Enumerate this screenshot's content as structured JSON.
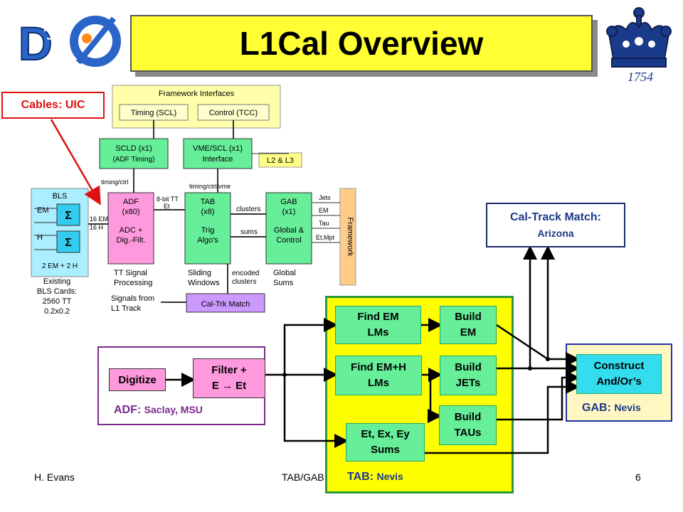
{
  "slide": {
    "title": "L1Cal Overview",
    "footer": {
      "author": "H. Evans",
      "center": "TAB/GAB",
      "page": "6"
    }
  },
  "callouts": {
    "cables": {
      "name": "Cables:",
      "org": "UIC"
    },
    "cal_track": {
      "title": "Cal-Track Match:",
      "org": "Arizona"
    }
  },
  "groups": {
    "adf": {
      "name": "ADF:",
      "org": "Saclay, MSU"
    },
    "tab": {
      "name": "TAB:",
      "org": "Nevis"
    },
    "gab": {
      "name": "GAB:",
      "org": "Nevis"
    }
  },
  "blocks": {
    "digitize": "Digitize",
    "filter": {
      "line1": "Filter +",
      "line2": "E → Et"
    },
    "find_em": {
      "line1": "Find EM",
      "line2": "LMs"
    },
    "find_emh": {
      "line1": "Find EM+H",
      "line2": "LMs"
    },
    "sums": {
      "line1": "Et, Ex, Ey",
      "line2": "Sums"
    },
    "build_em": {
      "line1": "Build",
      "line2": "EM"
    },
    "build_jets": {
      "line1": "Build",
      "line2": "JETs"
    },
    "build_taus": {
      "line1": "Build",
      "line2": "TAUs"
    },
    "construct": {
      "line1": "Construct",
      "line2": "And/Or’s"
    }
  },
  "overview_diagram": {
    "framework_interfaces": "Framework Interfaces",
    "timing": "Timing (SCL)",
    "control": "Control (TCC)",
    "scld": {
      "line1": "SCLD (x1)",
      "line2": "(ADF Timing)"
    },
    "vme": {
      "line1": "VME/SCL (x1)",
      "line2": "Interface"
    },
    "l2l3": "L2 & L3",
    "bls": "BLS",
    "em": "EM",
    "h": "H",
    "sigma": "Σ",
    "bls_bottom": "2 EM + 2 H",
    "adf": {
      "line1": "ADF",
      "line2": "(x80)",
      "line3": "ADC +",
      "line4": "Dig.-Filt."
    },
    "tab": {
      "line1": "TAB",
      "line2": "(x8)",
      "line3": "Trig",
      "line4": "Algo's"
    },
    "gab": {
      "line1": "GAB",
      "line2": "(x1)",
      "line3": "Global &",
      "line4": "Control"
    },
    "framework_vertical": "Framework",
    "timing_ctrl": "timing/ctrl",
    "timing_ctrl_vme": "timing/ctrl/vme",
    "eight_bit": {
      "line1": "8-bit TT",
      "line2": "Et"
    },
    "sixteen": {
      "line1": "16 EM",
      "line2": "16 H"
    },
    "clusters": "clusters",
    "sums": "sums",
    "encoded": {
      "line1": "encoded",
      "line2": "clusters"
    },
    "outputs": [
      "Jets",
      "EM",
      "Tau",
      "Et,Mpt"
    ],
    "tt_signal": {
      "line1": "TT Signal",
      "line2": "Processing"
    },
    "sliding": {
      "line1": "Sliding",
      "line2": "Windows"
    },
    "global_sums": {
      "line1": "Global",
      "line2": "Sums"
    },
    "existing": {
      "line1": "Existing",
      "line2": "BLS Cards:",
      "line3": "2560 TT",
      "line4": "0.2x0.2"
    },
    "signals": {
      "line1": "Signals from",
      "line2": "L1 Track"
    },
    "cal_trk": "Cal-Trk Match"
  },
  "colors": {
    "title_bg": "#ffff33",
    "tab_bg": "#ffff00",
    "tab_border": "#2a9a3a",
    "adf_border": "#7a2a8a",
    "gab_border": "#2233aa",
    "gab_bg": "#fff7c2",
    "green_block": "#66ee99",
    "pink_block": "#ff99dd",
    "cyan_block": "#33ddee",
    "callout_red": "#dd1111",
    "callout_navy": "#1b2a6a"
  },
  "icons": [
    "d0-logo",
    "columbia-crown-logo"
  ]
}
